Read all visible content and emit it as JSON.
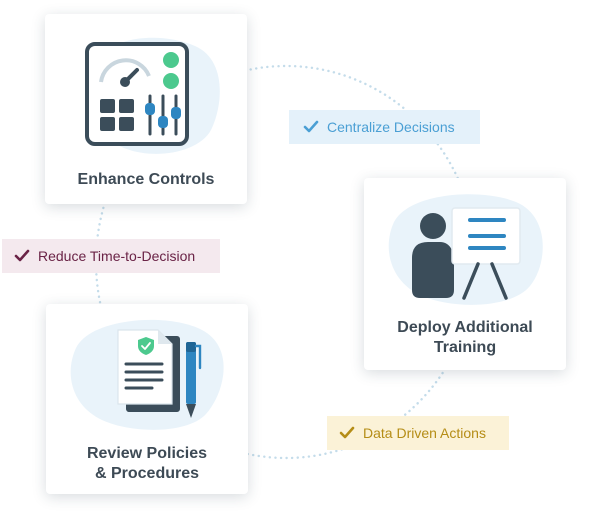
{
  "cards": {
    "enhance": {
      "title": "Enhance Controls",
      "icon": "control-panel-icon"
    },
    "training": {
      "title_line1": "Deploy Additional",
      "title_line2": "Training",
      "icon": "presenter-icon"
    },
    "review": {
      "title_line1": "Review Policies",
      "title_line2": "& Procedures",
      "icon": "policy-document-icon"
    }
  },
  "tags": {
    "centralize": {
      "label": "Centralize Decisions",
      "icon": "check-icon",
      "color": "#4a9fd4",
      "background": "#e4f1fa"
    },
    "reduce": {
      "label": "Reduce Time-to-Decision",
      "icon": "check-icon",
      "color": "#6a2346",
      "background": "#f4e9ee"
    },
    "data_driven": {
      "label": "Data Driven Actions",
      "icon": "check-icon",
      "color": "#b58d16",
      "background": "#fbf2d7"
    }
  },
  "colors": {
    "card_title": "#3d4a55",
    "icon_dark": "#3b4d5a",
    "icon_green": "#4cc98e",
    "icon_blue": "#2e86c1",
    "blob": "#e9f3fa",
    "ring": "#c4dcea"
  }
}
